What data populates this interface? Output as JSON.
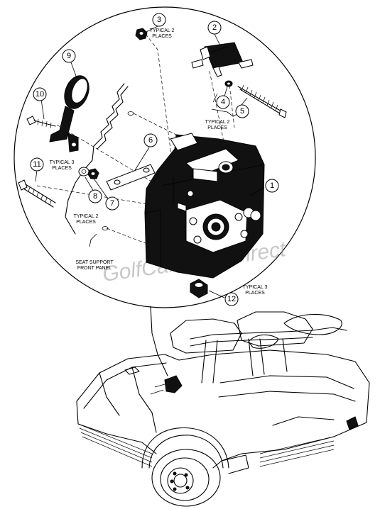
{
  "watermark": "GolfCartPartsDirect",
  "callouts": {
    "c1": "1",
    "c2": "2",
    "c3": "3",
    "c4": "4",
    "c5": "5",
    "c6": "6",
    "c7": "7",
    "c8": "8",
    "c9": "9",
    "c10": "10",
    "c11": "11",
    "c12": "12"
  },
  "notes": {
    "typical2_top": [
      "TYPICAL 2",
      "PLACES"
    ],
    "typical2_right": [
      "TYPICAL 2",
      "PLACES"
    ],
    "typical3_left": [
      "TYPICAL 3",
      "PLACES"
    ],
    "typical2_left": [
      "TYPICAL 2",
      "PLACES"
    ],
    "typical3_bottom": [
      "TYPICAL 3",
      "PLACES"
    ],
    "seat_support": [
      "SEAT SUPPORT",
      "FRONT PANEL"
    ]
  }
}
